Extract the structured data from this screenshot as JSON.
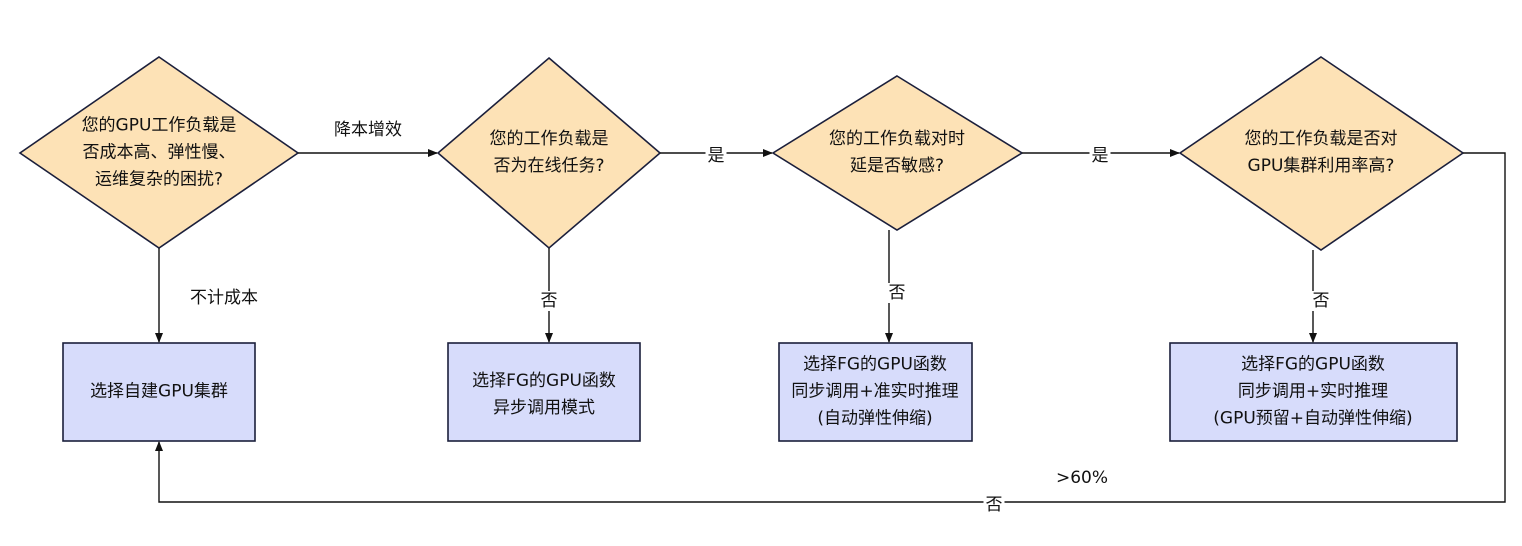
{
  "decisions": [
    {
      "lines": [
        "您的GPU工作负载是",
        "否成本高、弹性慢、",
        "运维复杂的困扰?"
      ]
    },
    {
      "lines": [
        "您的工作负载是",
        "否为在线任务?"
      ]
    },
    {
      "lines": [
        "您的工作负载对时",
        "延是否敏感?"
      ]
    },
    {
      "lines": [
        "您的工作负载是否对",
        "GPU集群利用率高?"
      ]
    }
  ],
  "outcomes": [
    {
      "lines": [
        "选择自建GPU集群"
      ]
    },
    {
      "lines": [
        "选择FG的GPU函数",
        "异步调用模式"
      ]
    },
    {
      "lines": [
        "选择FG的GPU函数",
        "同步调用+准实时推理",
        "(自动弹性伸缩)"
      ]
    },
    {
      "lines": [
        "选择FG的GPU函数",
        "同步调用+实时推理",
        "(GPU预留+自动弹性伸缩)"
      ]
    }
  ],
  "edge_labels": {
    "d1_to_d2": "降本增效",
    "d1_to_o1": "不计成本",
    "d2_to_d3": "是",
    "d2_to_o2": "否",
    "d3_to_d4": "是",
    "d3_to_o3": "否",
    "d4_to_o4": "否",
    "d4_loop_threshold": ">60%",
    "d4_loop_to_o1": "否"
  },
  "colors": {
    "decision_fill": "#fde2b6",
    "outcome_fill": "#d7dcfb",
    "stroke": "#1b1f3b"
  }
}
